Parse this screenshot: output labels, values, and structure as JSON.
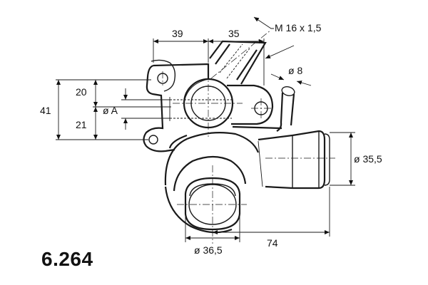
{
  "part_number": "6.264",
  "dimensions": {
    "width_39": "39",
    "width_35": "35",
    "thread": "M 16 x 1,5",
    "pipe_diameter": "ø 8",
    "height_41": "41",
    "height_20": "20",
    "height_21": "21",
    "bore_a": "ø A",
    "outlet_diameter": "ø 35,5",
    "inlet_diameter": "ø 36,5",
    "length_74": "74"
  }
}
